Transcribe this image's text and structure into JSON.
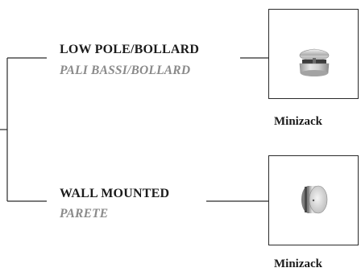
{
  "branches": [
    {
      "title": "LOW POLE/BOLLARD",
      "subtitle": "PALI BASSI/BOLLARD",
      "product_name": "Minizack",
      "product_icon": "bollard-luminaire-icon"
    },
    {
      "title": "WALL MOUNTED",
      "subtitle": "PARETE",
      "product_name": "Minizack",
      "product_icon": "wall-luminaire-icon"
    }
  ],
  "colors": {
    "line": "#2a2a2a",
    "title": "#1c1c1c",
    "subtitle": "#8a8a8a"
  }
}
